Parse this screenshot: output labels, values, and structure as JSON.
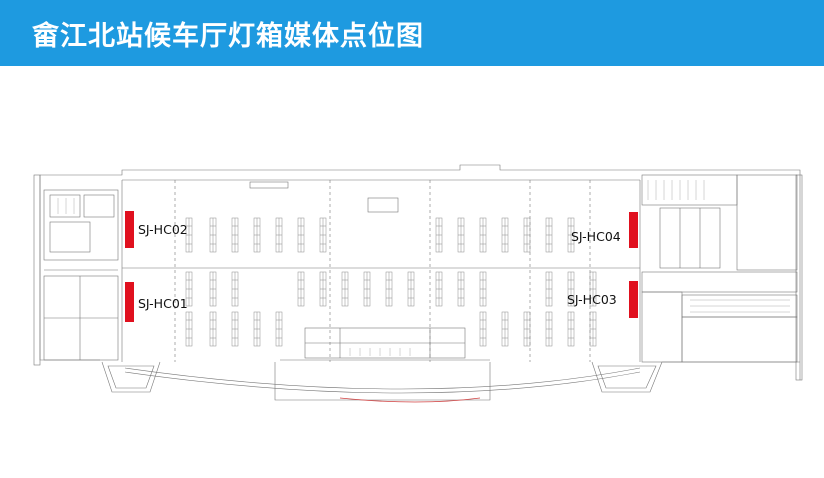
{
  "header": {
    "title": "畲江北站候车厅灯箱媒体点位图",
    "background": "#1e9ae0"
  },
  "points": [
    {
      "id": "SJ-HC02",
      "color": "#e0101e"
    },
    {
      "id": "SJ-HC01",
      "color": "#e0101e"
    },
    {
      "id": "SJ-HC04",
      "color": "#e0101e"
    },
    {
      "id": "SJ-HC03",
      "color": "#e0101e"
    }
  ]
}
